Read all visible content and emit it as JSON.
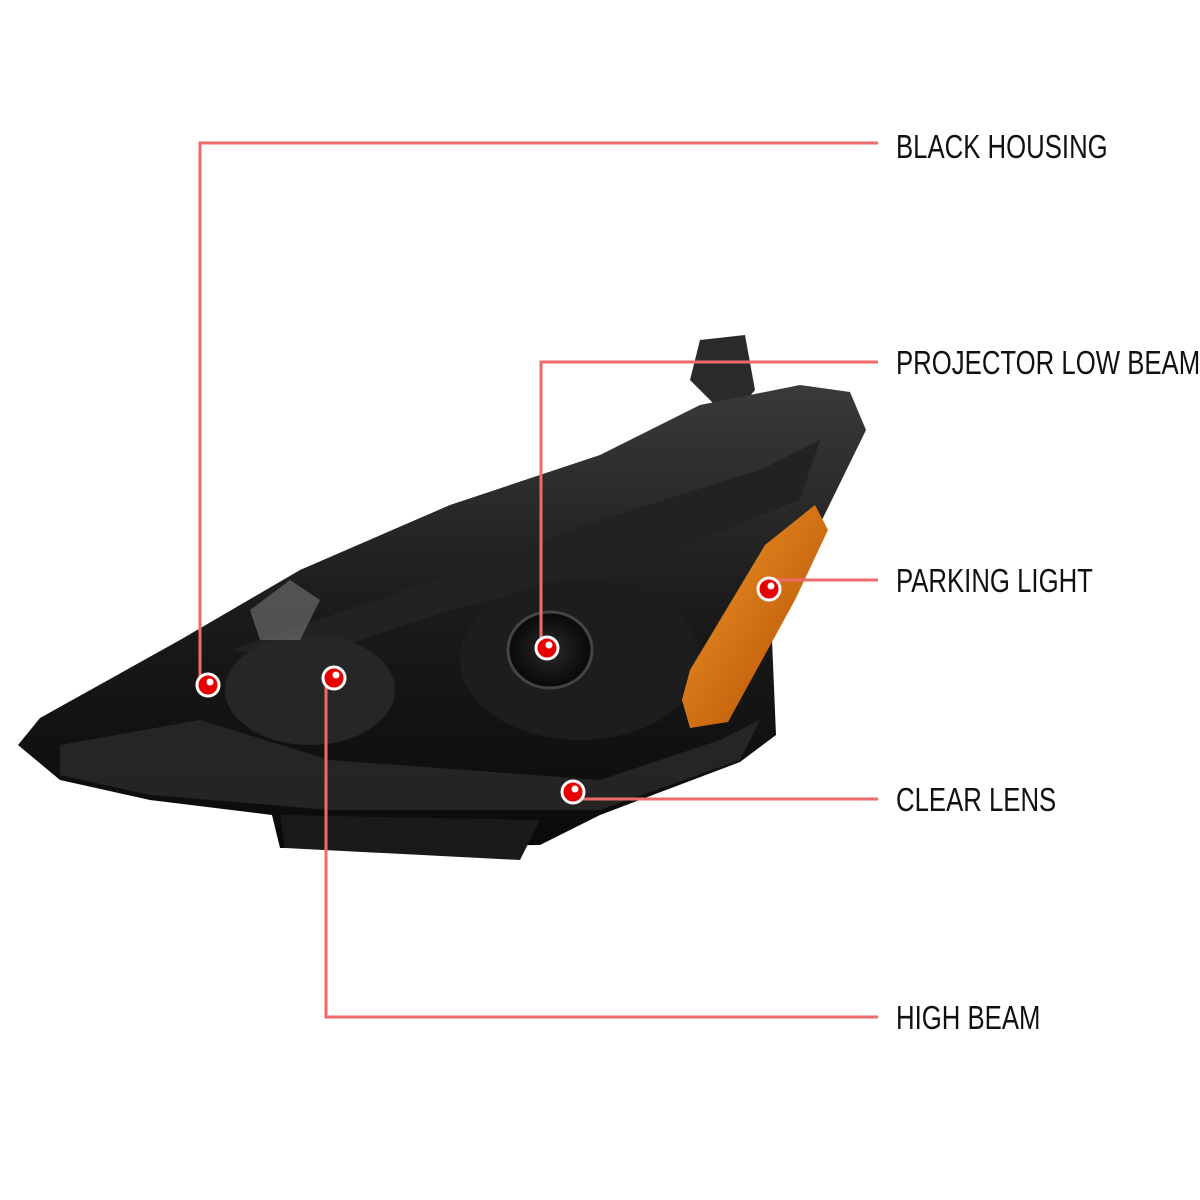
{
  "colors": {
    "callout_line": "#f06a6a",
    "callout_dot": "#e60000",
    "housing": "#141414",
    "amber": "#d46a00"
  },
  "callouts": [
    {
      "label": "BLACK HOUSING"
    },
    {
      "label": "PROJECTOR LOW BEAM"
    },
    {
      "label": "PARKING LIGHT"
    },
    {
      "label": "CLEAR LENS"
    },
    {
      "label": "HIGH BEAM"
    }
  ]
}
